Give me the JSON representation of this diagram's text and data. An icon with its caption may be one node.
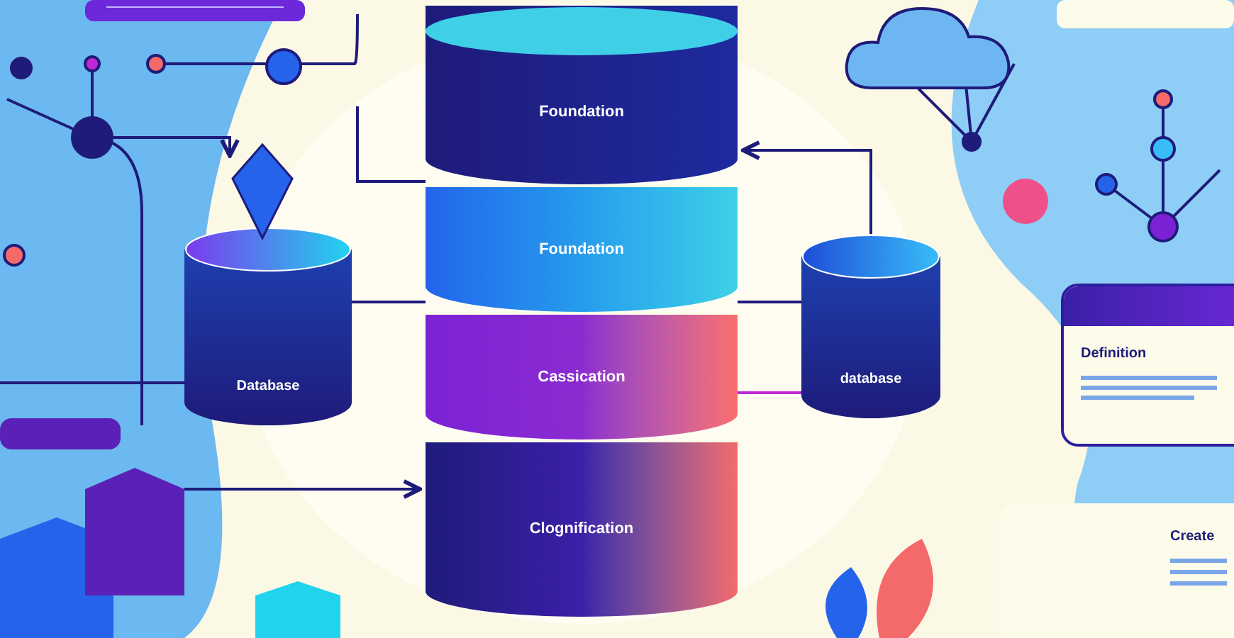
{
  "diagram": {
    "nodes": [
      {
        "text": [
          "Foundation"
        ]
      },
      {
        "text": [
          "Foundation"
        ]
      },
      {
        "text": [
          "Cassication"
        ]
      },
      {
        "text": [
          "Clognification"
        ]
      },
      {
        "text": [
          "Database"
        ]
      },
      {
        "text": [
          "database"
        ]
      },
      {
        "text": [
          "Definition"
        ]
      },
      {
        "text": [
          "Create"
        ]
      },
      {
        "text": [],
        "shape": "cloud"
      },
      {
        "text": [],
        "shape": "diamond"
      }
    ],
    "edges": [
      {
        "from": 4,
        "to": 1,
        "arrow": "none"
      },
      {
        "from": 1,
        "to": 5,
        "arrow": "none"
      },
      {
        "from": 2,
        "to": 5,
        "arrow": "none",
        "color": "#c026d3"
      },
      {
        "from": 5,
        "to": 0,
        "arrow": "to"
      },
      {
        "from": null,
        "to": 0,
        "arrow": "none"
      },
      {
        "from": null,
        "to": 3,
        "arrow": "to"
      },
      {
        "from": null,
        "to": 4,
        "arrow": "none"
      },
      {
        "from": null,
        "to": 9,
        "arrow": "to"
      }
    ]
  }
}
